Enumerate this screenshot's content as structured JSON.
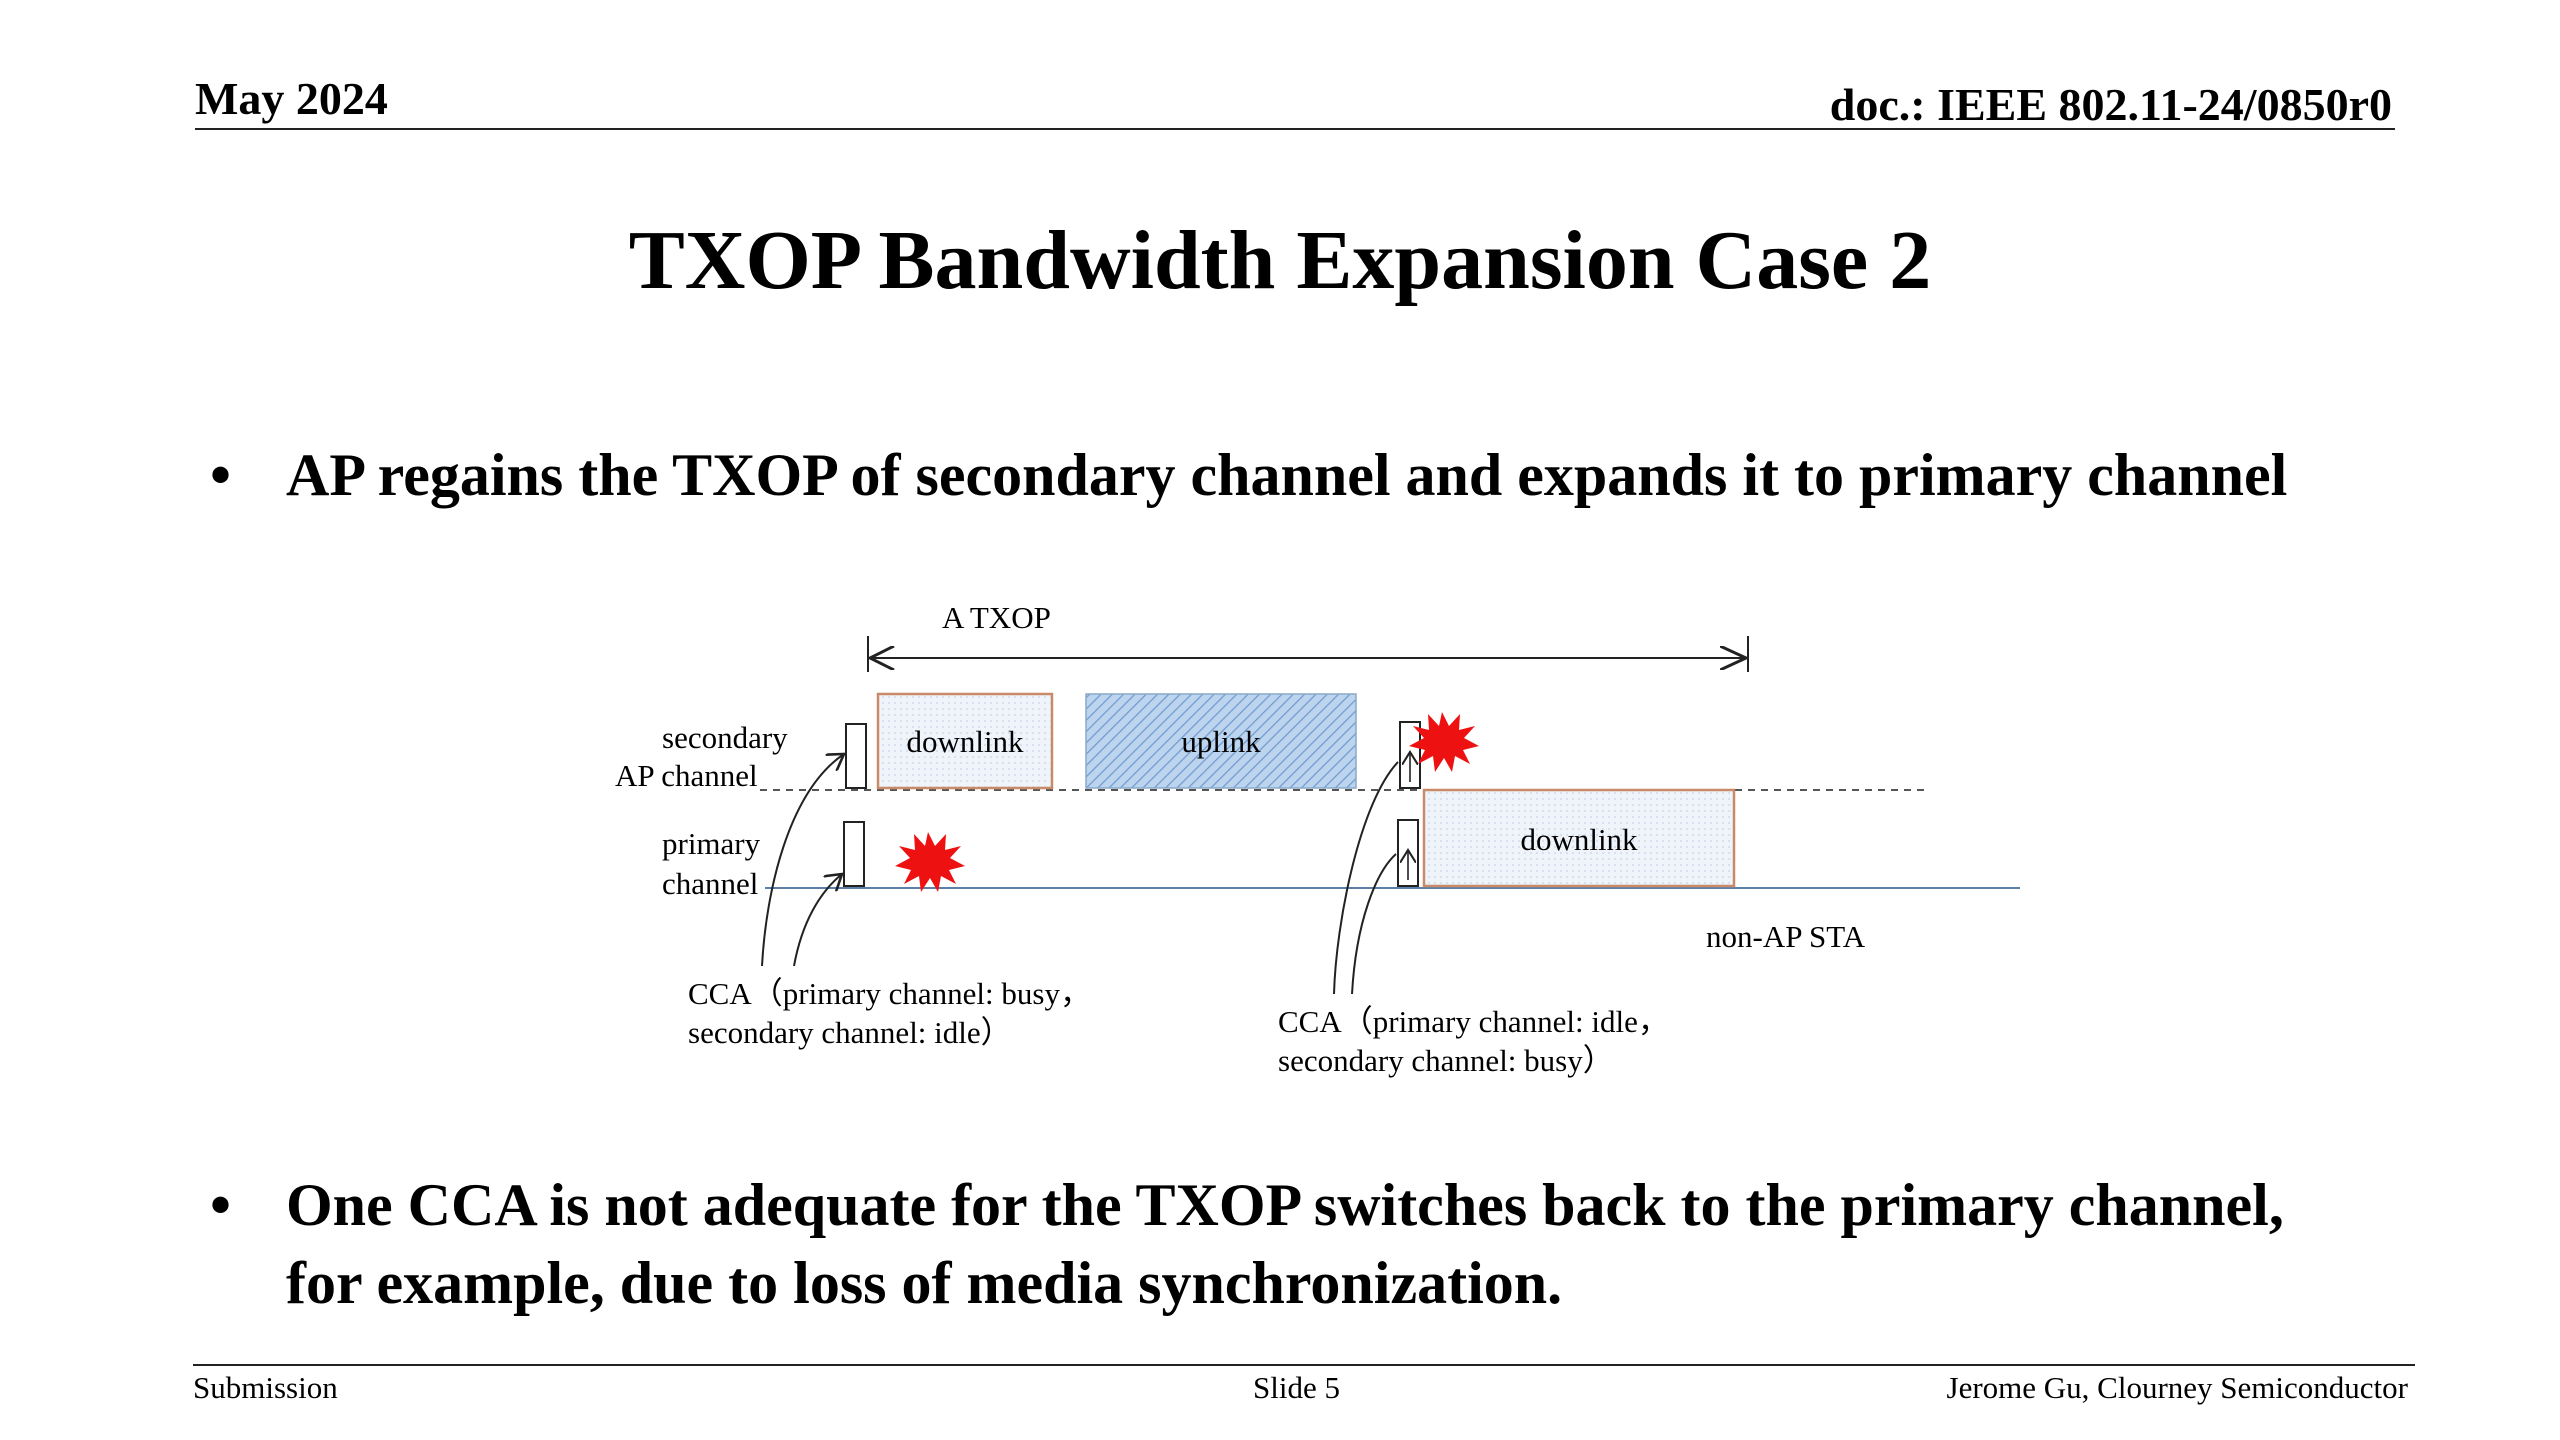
{
  "header": {
    "date": "May 2024",
    "doc": "doc.: IEEE 802.11-24/0850r0"
  },
  "title": "TXOP Bandwidth Expansion Case 2",
  "bullets": [
    {
      "symbol": "•",
      "text": "AP regains the TXOP of secondary channel and expands it to primary channel"
    },
    {
      "symbol": "•",
      "text": "One CCA is not adequate for the TXOP switches back to the primary channel, for example, due to loss of media synchronization."
    }
  ],
  "diagram": {
    "txop_label": "A  TXOP",
    "secondary_label_1": "secondary",
    "secondary_label_2": "AP channel",
    "primary_label_1": "primary",
    "primary_label_2": "channel",
    "downlink_1": "downlink",
    "uplink": "uplink",
    "downlink_2": "downlink",
    "non_ap_sta": "non-AP STA",
    "cca1_line1": "CCA（primary channel: busy，",
    "cca1_line2": "secondary channel: idle）",
    "cca2_line1": "CCA（primary channel: idle，",
    "cca2_line2": "secondary channel: busy）",
    "colors": {
      "downlink_fill": "#eef4fa",
      "downlink_border": "#c98a6a",
      "uplink_fill": "#bcd4ee",
      "uplink_hatch": "#6f9bcf",
      "burst": "#ee1111",
      "primary_line": "#5b7fa6"
    }
  },
  "footer": {
    "left": "Submission",
    "center": "Slide 5",
    "right": "Jerome Gu, Clourney Semiconductor"
  }
}
